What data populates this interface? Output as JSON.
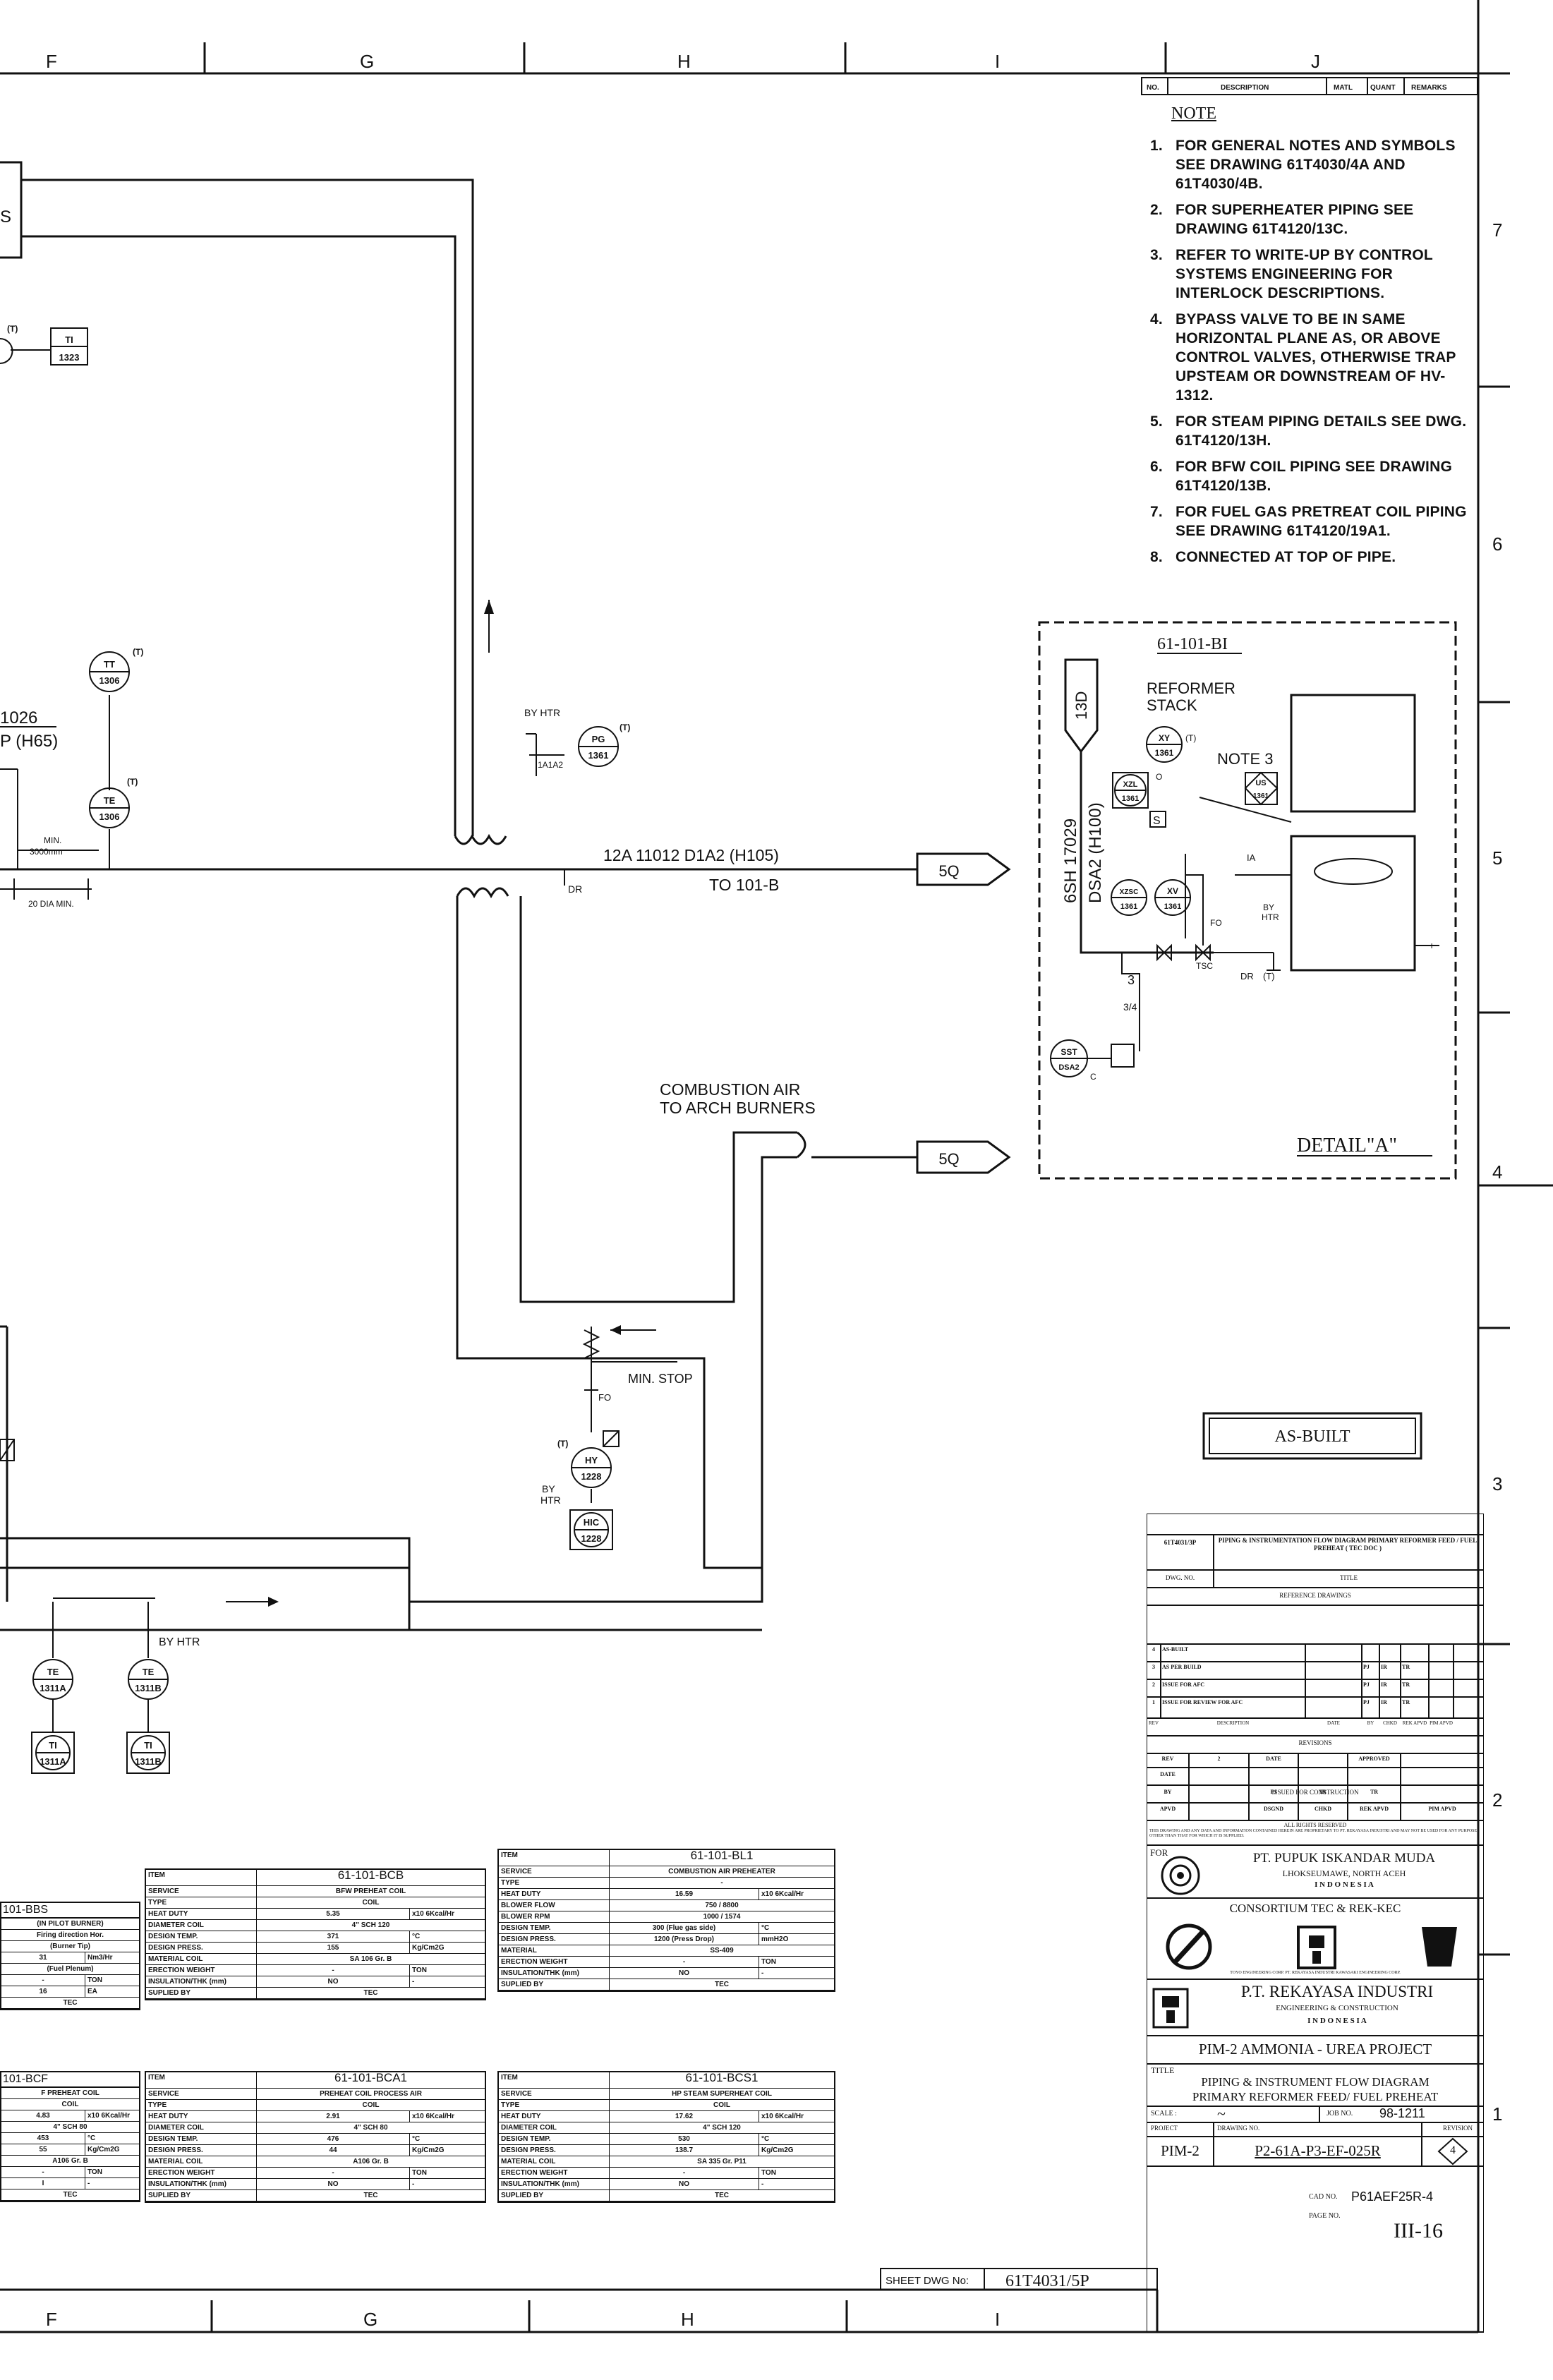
{
  "grid": {
    "top_cols": [
      "F",
      "G",
      "H",
      "I",
      "J"
    ],
    "bottom_cols": [
      "F",
      "G",
      "H",
      "I"
    ],
    "rows": [
      "7",
      "6",
      "5",
      "4",
      "3",
      "2",
      "1"
    ]
  },
  "notes": {
    "header_cols": [
      "NO.",
      "DESCRIPTION",
      "MATL",
      "QUANT",
      "REMARKS"
    ],
    "title": "NOTE",
    "items": [
      {
        "num": "1.",
        "text": "FOR GENERAL NOTES AND SYMBOLS SEE DRAWING 61T4030/4A AND 61T4030/4B."
      },
      {
        "num": "2.",
        "text": "FOR SUPERHEATER PIPING SEE DRAWING 61T4120/13C."
      },
      {
        "num": "3.",
        "text": "REFER TO WRITE-UP BY CONTROL SYSTEMS ENGINEERING FOR INTERLOCK DESCRIPTIONS."
      },
      {
        "num": "4.",
        "text": "BYPASS VALVE TO BE IN SAME HORIZONTAL PLANE AS, OR ABOVE CONTROL VALVES, OTHERWISE TRAP UPSTEAM OR DOWNSTREAM OF HV-1312."
      },
      {
        "num": "5.",
        "text": "FOR STEAM PIPING DETAILS SEE DWG. 61T4120/13H."
      },
      {
        "num": "6.",
        "text": "FOR BFW COIL PIPING SEE DRAWING 61T4120/13B."
      },
      {
        "num": "7.",
        "text": "FOR FUEL GAS PRETREAT COIL PIPING SEE DRAWING 61T4120/19A1."
      },
      {
        "num": "8.",
        "text": "CONNECTED AT TOP OF PIPE."
      }
    ]
  },
  "detail": {
    "tag": "61-101-BI",
    "stack": "REFORMER\nSTACK",
    "note3": "NOTE 3",
    "line_a": "6SH 17029",
    "line_b": "DSA2 (H100)",
    "offpage": "13D",
    "title": "DETAIL\"A\""
  },
  "instruments": [
    {
      "id": "ti1323",
      "top": "TI",
      "bottom": "1323"
    },
    {
      "id": "tt1306",
      "top": "TT",
      "bottom": "1306"
    },
    {
      "id": "te1306",
      "top": "TE",
      "bottom": "1306"
    },
    {
      "id": "pg1361",
      "top": "PG",
      "bottom": "1361"
    },
    {
      "id": "xy1361",
      "top": "XY",
      "bottom": "1361"
    },
    {
      "id": "xzl1361",
      "top": "XZL",
      "bottom": "1361"
    },
    {
      "id": "us1361",
      "top": "US",
      "bottom": "1361"
    },
    {
      "id": "xzsc1361",
      "top": "XZSC",
      "bottom": "1361"
    },
    {
      "id": "xv1361",
      "top": "XV",
      "bottom": "1361"
    },
    {
      "id": "sst",
      "top": "SST",
      "bottom": "DSA2"
    },
    {
      "id": "hy1228",
      "top": "HY",
      "bottom": "1228"
    },
    {
      "id": "hic1228",
      "top": "HIC",
      "bottom": "1228"
    },
    {
      "id": "te1311a",
      "top": "TE",
      "bottom": "1311A"
    },
    {
      "id": "te1311b",
      "top": "TE",
      "bottom": "1311B"
    },
    {
      "id": "ti1311a",
      "top": "TI",
      "bottom": "1311A"
    },
    {
      "id": "ti1311b",
      "top": "TI",
      "bottom": "1311B"
    }
  ],
  "labels": {
    "line_main": "12A 11012 D1A2 (H105)",
    "line_to": "TO 101-B",
    "offpage_5q": "5Q",
    "offpage_5q_2": "5Q",
    "combustion": "COMBUSTION AIR\nTO ARCH BURNERS",
    "min_stop": "MIN. STOP",
    "fo": "FO",
    "by_htr": "BY HTR",
    "by_htr2": "BY\nHTR",
    "by_htr3": "BY HTR",
    "dr": "DR",
    "dr2": "DR",
    "ia": "IA",
    "fo2": "FO",
    "c": "C",
    "o": "O",
    "t": "(T)",
    "frag_1026": "1026",
    "frag_h65": "P (H65)",
    "min_3000": "MIN.\n3000mm",
    "dia_min": "20 DIA MIN.",
    "frag_s": "S",
    "s_box": "S",
    "tsc": "TSC",
    "frac": "3/4",
    "a1a2": "1A1A2"
  },
  "as_built": "AS-BUILT",
  "eq_tables": [
    {
      "id": "bbs",
      "title": "101-BBS",
      "rows": [
        [
          "(IN PILOT BURNER)"
        ],
        [
          "Firing direction Hor."
        ],
        [
          "(Burner Tip)"
        ],
        [
          "31",
          "Nm3/Hr"
        ],
        [
          "(Fuel Plenum)"
        ],
        [
          "-",
          "TON"
        ],
        [
          "16",
          "EA"
        ],
        [
          "TEC"
        ]
      ]
    },
    {
      "id": "bcb",
      "title": "61-101-BCB",
      "rows": [
        [
          "ITEM",
          "61-101-BCB"
        ],
        [
          "SERVICE",
          "BFW PREHEAT COIL"
        ],
        [
          "TYPE",
          "COIL"
        ],
        [
          "HEAT DUTY",
          "5.35",
          "x10 6Kcal/Hr"
        ],
        [
          "DIAMETER COIL",
          "4\" SCH 120"
        ],
        [
          "DESIGN TEMP.",
          "371",
          "°C"
        ],
        [
          "DESIGN PRESS.",
          "155",
          "Kg/Cm2G"
        ],
        [
          "MATERIAL COIL",
          "SA 106 Gr. B"
        ],
        [
          "ERECTION WEIGHT",
          "-",
          "TON"
        ],
        [
          "INSULATION/THK (mm)",
          "NO",
          "-"
        ],
        [
          "SUPLIED BY",
          "TEC"
        ]
      ]
    },
    {
      "id": "bl1",
      "title": "61-101-BL1",
      "rows": [
        [
          "ITEM",
          "61-101-BL1"
        ],
        [
          "SERVICE",
          "COMBUSTION AIR PREHEATER"
        ],
        [
          "TYPE",
          "-"
        ],
        [
          "HEAT DUTY",
          "16.59",
          "x10 6Kcal/Hr"
        ],
        [
          "BLOWER FLOW",
          "750 / 8800"
        ],
        [
          "BLOWER RPM",
          "1000 / 1574"
        ],
        [
          "DESIGN TEMP.",
          "300 (Flue gas side)",
          "°C"
        ],
        [
          "DESIGN PRESS.",
          "1200 (Press Drop)",
          "mmH2O"
        ],
        [
          "MATERIAL",
          "SS-409"
        ],
        [
          "ERECTION WEIGHT",
          "-",
          "TON"
        ],
        [
          "INSULATION/THK (mm)",
          "NO",
          "-"
        ],
        [
          "SUPLIED BY",
          "TEC"
        ]
      ]
    },
    {
      "id": "bcf",
      "title": "101-BCF",
      "rows": [
        [
          "F PREHEAT COIL"
        ],
        [
          "COIL"
        ],
        [
          "4.83",
          "x10 6Kcal/Hr"
        ],
        [
          "4\" SCH 80"
        ],
        [
          "453",
          "°C"
        ],
        [
          "55",
          "Kg/Cm2G"
        ],
        [
          "A106 Gr. B"
        ],
        [
          "-",
          "TON"
        ],
        [
          "I",
          "-"
        ],
        [
          "TEC"
        ]
      ]
    },
    {
      "id": "bca1",
      "title": "61-101-BCA1",
      "rows": [
        [
          "ITEM",
          "61-101-BCA1"
        ],
        [
          "SERVICE",
          "PREHEAT COIL PROCESS AIR"
        ],
        [
          "TYPE",
          "COIL"
        ],
        [
          "HEAT DUTY",
          "2.91",
          "x10 6Kcal/Hr"
        ],
        [
          "DIAMETER COIL",
          "4\" SCH 80"
        ],
        [
          "DESIGN TEMP.",
          "476",
          "°C"
        ],
        [
          "DESIGN PRESS.",
          "44",
          "Kg/Cm2G"
        ],
        [
          "MATERIAL COIL",
          "A106 Gr. B"
        ],
        [
          "ERECTION WEIGHT",
          "-",
          "TON"
        ],
        [
          "INSULATION/THK (mm)",
          "NO",
          "-"
        ],
        [
          "SUPLIED BY",
          "TEC"
        ]
      ]
    },
    {
      "id": "bcs1",
      "title": "61-101-BCS1",
      "rows": [
        [
          "ITEM",
          "61-101-BCS1"
        ],
        [
          "SERVICE",
          "HP STEAM SUPERHEAT COIL"
        ],
        [
          "TYPE",
          "COIL"
        ],
        [
          "HEAT DUTY",
          "17.62",
          "x10 6Kcal/Hr"
        ],
        [
          "DIAMETER COIL",
          "4\" SCH 120"
        ],
        [
          "DESIGN TEMP.",
          "530",
          "°C"
        ],
        [
          "DESIGN PRESS.",
          "138.7",
          "Kg/Cm2G"
        ],
        [
          "MATERIAL COIL",
          "SA 335 Gr. P11"
        ],
        [
          "ERECTION WEIGHT",
          "-",
          "TON"
        ],
        [
          "INSULATION/THK (mm)",
          "NO",
          "-"
        ],
        [
          "SUPLIED BY",
          "TEC"
        ]
      ]
    }
  ],
  "title_block": {
    "ref_dwg_no": "61T4031/3P",
    "ref_title": "PIPING & INSTRUMENTATION FLOW DIAGRAM PRIMARY REFORMER FEED / FUEL PREHEAT ( TEC DOC )",
    "ref_cols": [
      "DWG. NO.",
      "TITLE"
    ],
    "ref_caption": "REFERENCE DRAWINGS",
    "revisions": [
      [
        "4",
        "AS-BUILT",
        "",
        "",
        "",
        ""
      ],
      [
        "3",
        "AS PER BUILD",
        "",
        "PJ",
        "IR",
        "TR"
      ],
      [
        "2",
        "ISSUE FOR AFC",
        "",
        "PJ",
        "IR",
        "TR"
      ],
      [
        "1",
        "ISSUE FOR REVIEW FOR AFC",
        "",
        "PJ",
        "IR",
        "TR"
      ]
    ],
    "rev_cols": [
      "REV",
      "DESCRIPTION",
      "DATE",
      "BY",
      "CHKD",
      "REK APVD",
      "PIM APVD"
    ],
    "rev_caption": "REVISIONS",
    "status_row": [
      "REV",
      "2",
      "DATE",
      "",
      "APPROVED"
    ],
    "issued_for": "ISSUED FOR CONSTRUCTION",
    "date_row": [
      "DATE",
      "",
      "",
      "",
      ""
    ],
    "by_row": [
      "BY",
      "",
      "PJ",
      "IR",
      "TR"
    ],
    "apvd_row": [
      "APVD",
      "",
      "DSGND",
      "CHKD",
      "REK APVD",
      "PIM APVD"
    ],
    "rights": "ALL RIGHTS RESERVED",
    "fine_print": "THIS DRAWING AND ANY DATA AND INFORMATION CONTAINED HEREIN ARE PROPRIETARY TO PT. REKAYASA INDUSTRI AND MAY NOT BE USED FOR ANY PURPOSE OTHER THAN THAT FOR WHICH IT IS SUPPLIED.",
    "for_label": "FOR",
    "client": "PT. PUPUK ISKANDAR MUDA",
    "client_loc": "LHOKSEUMAWE, NORTH ACEH",
    "client_country": "I N D O N E S I A",
    "consortium": "CONSORTIUM TEC & REK-KEC",
    "consortium_names": "TOYO ENGINEERING CORP.  PT. REKAYASA INDUSTRI  KAWASAKI ENGINEERING CORP.",
    "company": "P.T. REKAYASA INDUSTRI",
    "company_sub": "ENGINEERING & CONSTRUCTION",
    "company_country": "I N D O N E S I A",
    "project_name": "PIM-2 AMMONIA - UREA PROJECT",
    "title_label": "TITLE",
    "title_1": "PIPING & INSTRUMENT FLOW DIAGRAM",
    "title_2": "PRIMARY REFORMER FEED/ FUEL PREHEAT",
    "scale_label": "SCALE :",
    "scale": "~",
    "job_label": "JOB NO.",
    "job_no": "98-1211",
    "project_label": "PROJECT",
    "drawing_label": "DRAWING NO.",
    "revision_label": "REVISION",
    "project": "PIM-2",
    "drawing_no": "P2-61A-P3-EF-025R",
    "revision": "4",
    "cad_label": "CAD NO.",
    "cad_no": "P61AEF25R-4",
    "page_label": "PAGE NO.",
    "page_no": "III-16",
    "sheet_label": "SHEET DWG No:",
    "sheet_no": "61T4031/5P"
  }
}
